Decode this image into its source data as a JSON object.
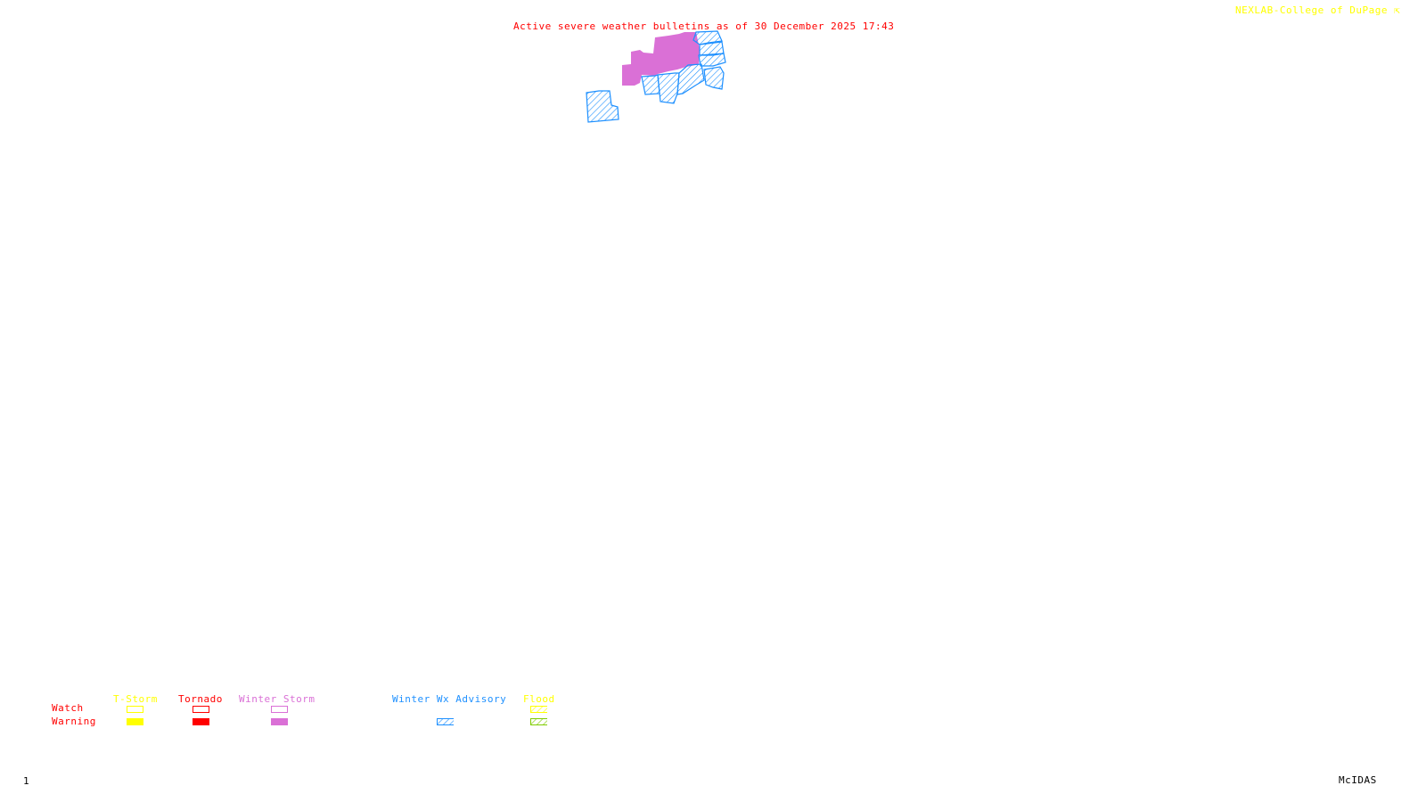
{
  "header": {
    "title": "Active severe weather bulletins as of 30 December 2025 17:43",
    "credit": "NEXLAB-College of DuPage",
    "credit_icon": "arrow-icon"
  },
  "colors": {
    "title": "#ff0000",
    "credit": "#ffff00",
    "tstorm": "#ffff00",
    "tornado": "#ff0000",
    "winter_storm": "#da70d6",
    "winter_wx_advisory": "#1e90ff",
    "flood_watch": "#ffff00",
    "flood_warning": "#7fcc00"
  },
  "map": {
    "features": [
      {
        "type": "Winter Storm Warning",
        "color": "#da70d6"
      },
      {
        "type": "Winter Wx Advisory",
        "color": "#1e90ff"
      }
    ]
  },
  "legend": {
    "row_labels": [
      "Watch",
      "Warning"
    ],
    "columns": [
      {
        "label": "T-Storm",
        "watch": "outline",
        "warning": "filled"
      },
      {
        "label": "Tornado",
        "watch": "outline",
        "warning": "filled"
      },
      {
        "label": "Winter Storm",
        "watch": "outline",
        "warning": "filled"
      },
      {
        "label": "Winter Wx Advisory",
        "watch": null,
        "warning": "hatched"
      },
      {
        "label": "Flood",
        "watch": "hatched",
        "warning": "hatched"
      }
    ]
  },
  "footer": {
    "frame_number": "1",
    "software": "McIDAS"
  }
}
